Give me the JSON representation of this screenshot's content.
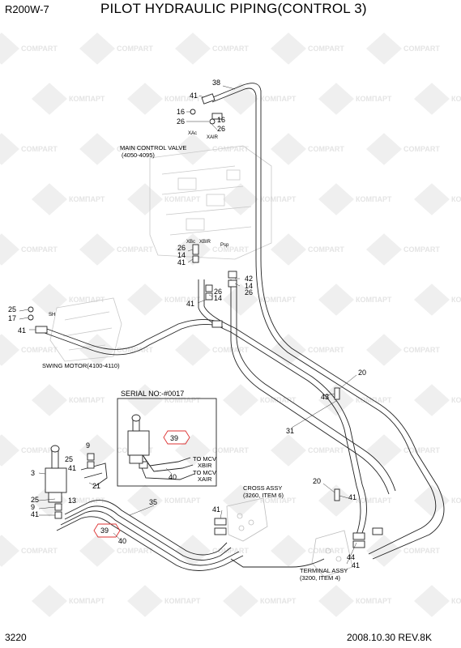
{
  "header": {
    "model": "R200W-7",
    "title": "PILOT HYDRAULIC PIPING(CONTROL 3)"
  },
  "footer": {
    "page_number": "3220",
    "revision": "2008.10.30  REV.8K"
  },
  "watermark": {
    "brand_en": "COMPART",
    "brand_ru": "КОМПАРТ"
  },
  "callouts": {
    "c38": "38",
    "c41a": "41",
    "c16a": "16",
    "c26a": "26",
    "c16b": "16",
    "c26b": "26",
    "xac": "XAc",
    "xair": "XAIR",
    "c26c": "26",
    "c14a": "14",
    "c41b": "41",
    "xbc": "XBc",
    "xbir": "XBIR",
    "psp": "Psp",
    "c42": "42",
    "c14b": "14",
    "c26d": "26",
    "c26e": "26",
    "c14c": "14",
    "c41c": "41",
    "c25a": "25",
    "c17": "17",
    "c41d": "41",
    "sh": "SH",
    "c20a": "20",
    "c43": "43",
    "c31": "31",
    "c39a": "39",
    "c40a": "40",
    "c9": "9",
    "c25b": "25",
    "c41e": "41",
    "c3": "3",
    "c21": "21",
    "c25c": "25",
    "c13": "13",
    "c9b": "9",
    "c41f": "41",
    "c35": "35",
    "c20b": "20",
    "c41g": "41",
    "c41h": "41",
    "c44": "44",
    "c41i": "41",
    "c39b": "39",
    "c40b": "40"
  },
  "notes": {
    "main_control_valve": "MAIN CONTROL VALVE",
    "main_control_valve_ref": "(4050-4095)",
    "swing_motor": "SWING MOTOR(4100-4110)",
    "serial_no": "SERIAL NO:-#0017",
    "to_mcv_xbir_1": "TO MCV",
    "to_mcv_xbir_2": "XBIR",
    "to_mcv_xair_1": "TO MCV",
    "to_mcv_xair_2": "XAIR",
    "cross_assy": "CROSS ASSY",
    "cross_assy_ref": "(3260, ITEM 6)",
    "terminal_assy": "TERMINAL ASSY",
    "terminal_assy_ref": "(3200, ITEM 4)"
  }
}
